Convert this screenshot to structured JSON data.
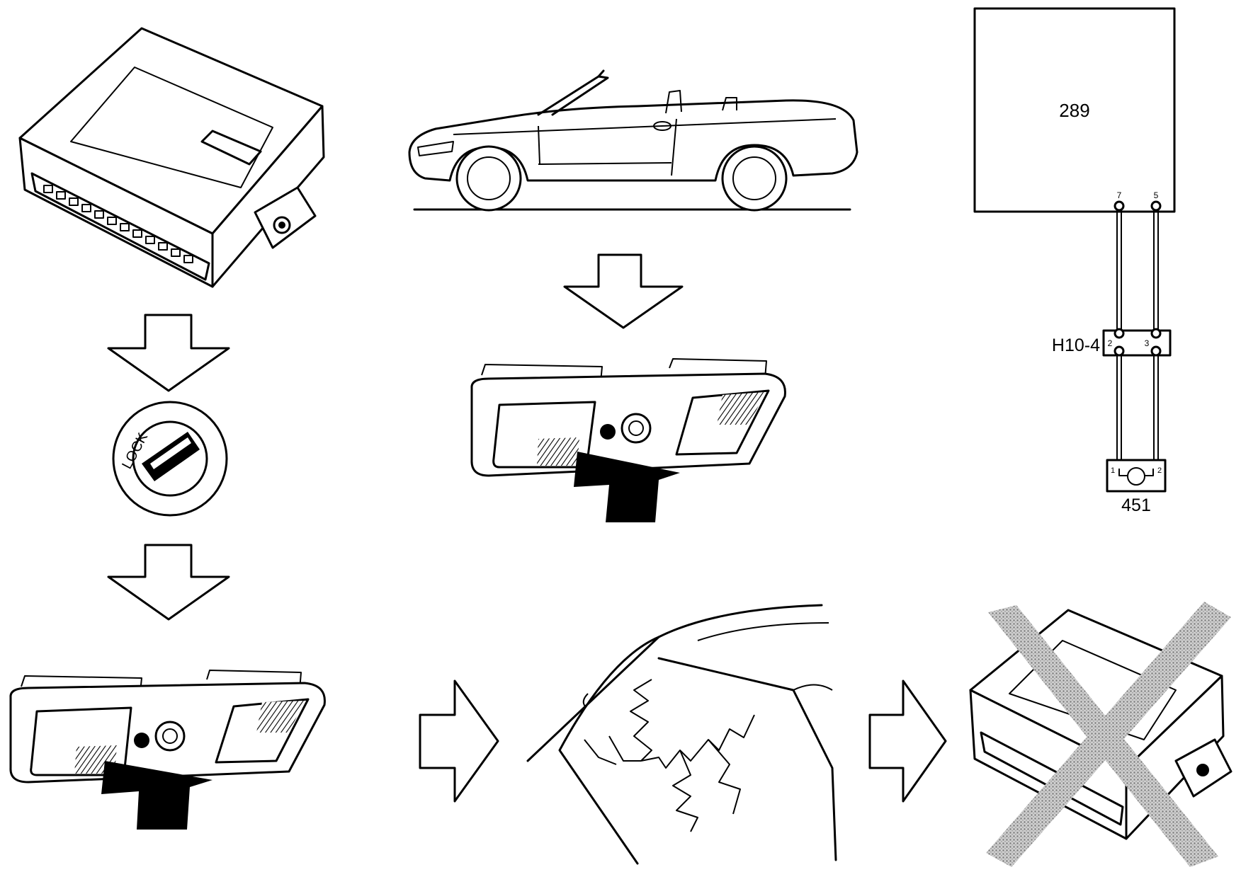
{
  "lock_cylinder": {
    "label": "LOCK"
  },
  "wiring_diagram": {
    "control_unit_number": "289",
    "control_unit_pins": [
      "7",
      "5"
    ],
    "connector_label": "H10-4",
    "connector_pins": [
      "2",
      "3"
    ],
    "sensor_number": "451",
    "sensor_pins": [
      "1",
      "2"
    ]
  },
  "colors": {
    "ink": "#000000",
    "crossed_out": "#9a9a9a",
    "paper": "#ffffff"
  }
}
